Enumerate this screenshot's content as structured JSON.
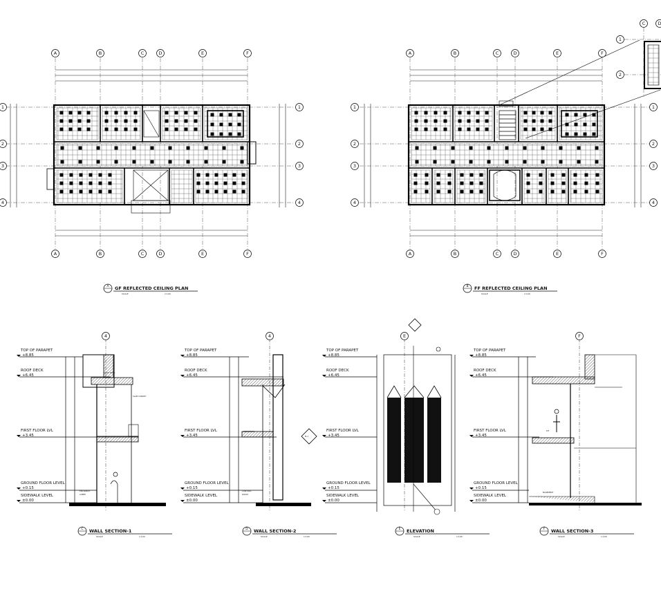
{
  "drawing": {
    "plan_titles": {
      "gf": {
        "text": "GF REFLECTED CEILING PLAN",
        "ref": "A"
      },
      "ff": {
        "text": "FF REFLECTED CEILING PLAN",
        "ref": "B"
      }
    },
    "section_titles": [
      {
        "text": "WALL SECTION-1",
        "ref": "C"
      },
      {
        "text": "WALL SECTION-2",
        "ref": "D"
      },
      {
        "text": "ELEVATION",
        "ref": "E"
      },
      {
        "text": "WALL SECTION-3",
        "ref": "F"
      }
    ],
    "grid_columns": [
      "A",
      "B",
      "C",
      "D",
      "E",
      "F"
    ],
    "grid_rows": [
      "1",
      "2",
      "3",
      "4"
    ],
    "detail_grid": {
      "columns": [
        "C",
        "D"
      ],
      "rows": [
        "1",
        "2"
      ]
    },
    "section_grid_tags": [
      "4",
      "4",
      "E",
      "F"
    ],
    "levels": [
      {
        "name": "TOP OF PARAPET",
        "value": "+8.85"
      },
      {
        "name": "ROOF DECK",
        "value": "+6.45"
      },
      {
        "name": "FIRST FLOOR LVL",
        "value": "+3.45"
      },
      {
        "name": "GROUND FLOOR LEVEL",
        "value": "+0.15"
      },
      {
        "name": "SIDEWALK LEVEL",
        "value": "±0.00"
      }
    ],
    "section_marker": "B-1",
    "scale_label": "SCALE",
    "scale_value": "1:100"
  }
}
